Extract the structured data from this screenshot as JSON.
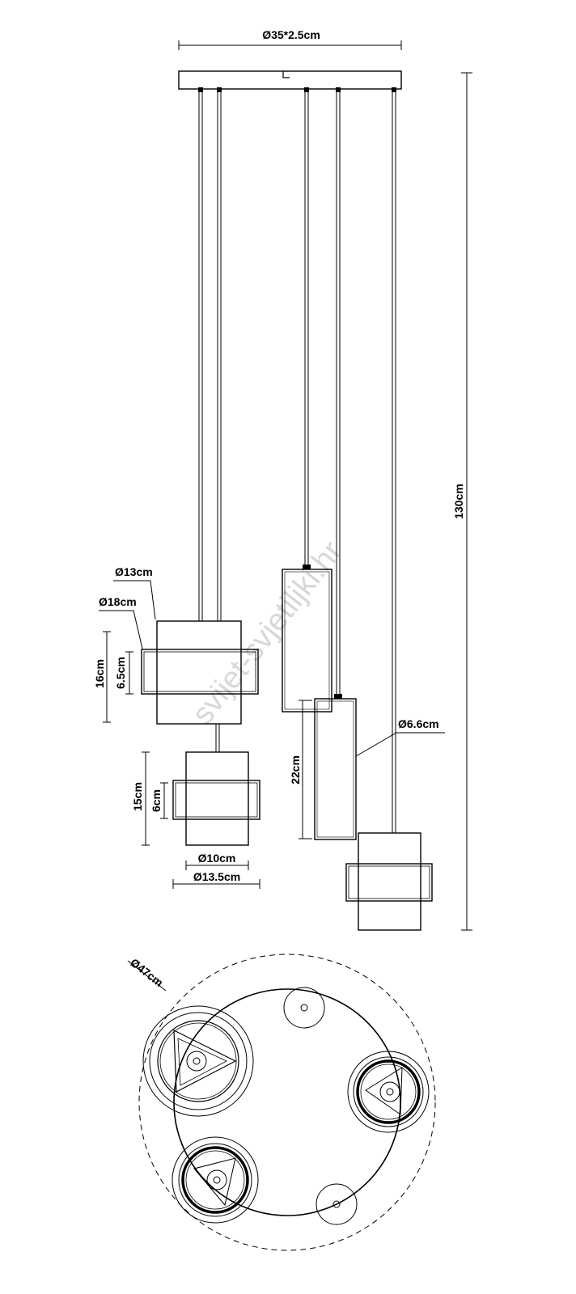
{
  "diagram": {
    "dimensions": {
      "canopy": "Ø35*2.5cm",
      "total_height": "130cm",
      "shade_a_inner": "Ø13cm",
      "shade_a_outer": "Ø18cm",
      "shade_a_height": "16cm",
      "shade_a_band": "6.5cm",
      "shade_b_height": "15cm",
      "shade_b_band": "6cm",
      "shade_b_inner": "Ø10cm",
      "shade_b_outer": "Ø13.5cm",
      "tube_height": "22cm",
      "tube_diameter": "Ø6.6cm",
      "plan_diameter": "Ø47cm"
    },
    "watermark": "svijet-svjetiljki.hr"
  }
}
